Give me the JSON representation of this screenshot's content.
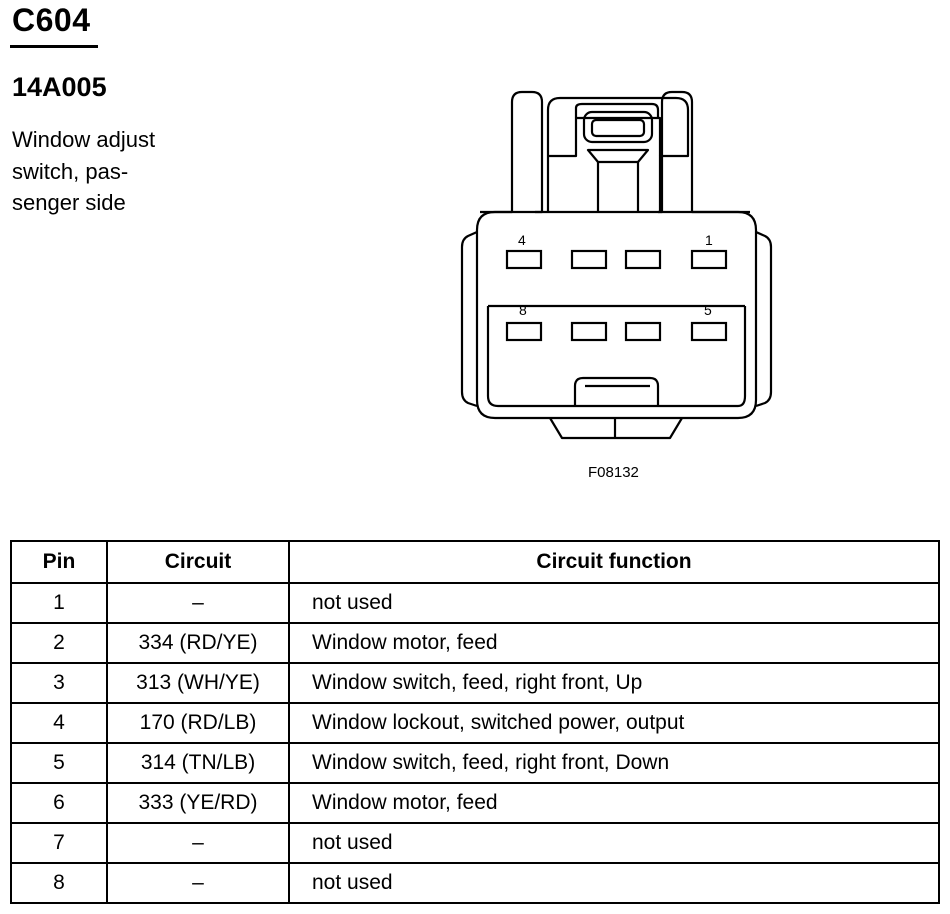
{
  "header": {
    "connector_id": "C604",
    "part_number": "14A005",
    "description_lines": [
      "Window adjust",
      "switch, pas-",
      "senger side"
    ]
  },
  "diagram": {
    "figure_label": "F08132",
    "pin_labels": {
      "top_left": "4",
      "top_right": "1",
      "bottom_left": "8",
      "bottom_right": "5"
    }
  },
  "table": {
    "headers": {
      "pin": "Pin",
      "circuit": "Circuit",
      "function": "Circuit function"
    },
    "rows": [
      {
        "pin": "1",
        "circuit": "–",
        "function": "not used"
      },
      {
        "pin": "2",
        "circuit": "334 (RD/YE)",
        "function": "Window motor, feed"
      },
      {
        "pin": "3",
        "circuit": "313 (WH/YE)",
        "function": "Window switch, feed, right front, Up"
      },
      {
        "pin": "4",
        "circuit": "170 (RD/LB)",
        "function": "Window lockout, switched power, output"
      },
      {
        "pin": "5",
        "circuit": "314 (TN/LB)",
        "function": "Window switch, feed, right front, Down"
      },
      {
        "pin": "6",
        "circuit": "333 (YE/RD)",
        "function": "Window motor, feed"
      },
      {
        "pin": "7",
        "circuit": "–",
        "function": "not used"
      },
      {
        "pin": "8",
        "circuit": "–",
        "function": "not used"
      }
    ]
  }
}
